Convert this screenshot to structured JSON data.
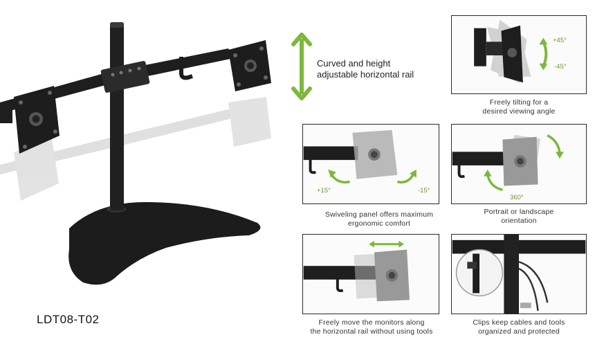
{
  "model": "LDT08-T02",
  "hero": {
    "line1": "Curved and height",
    "line2": "adjustable horizontal rail"
  },
  "features": {
    "tilt": {
      "caption1": "Freely tilting for a",
      "caption2": "desired viewing angle",
      "angle_pos": "+45°",
      "angle_neg": "-45°"
    },
    "swivel": {
      "caption1": "Swiveling panel offers maximum",
      "caption2": "ergonomic comfort",
      "angle_pos": "+15°",
      "angle_neg": "-15°"
    },
    "rotate": {
      "caption1": "Portrait or landscape",
      "caption2": "orientation",
      "angle": "360°"
    },
    "slide": {
      "caption1": "Freely move the monitors along",
      "caption2": "the horizontal rail without using tools"
    },
    "clips": {
      "caption1": "Clips keep cables and tools",
      "caption2": "organized and protected"
    }
  },
  "colors": {
    "accent": "#7cb83a",
    "metal": "#1e1e1e",
    "panel_border": "#2a2a2a"
  }
}
